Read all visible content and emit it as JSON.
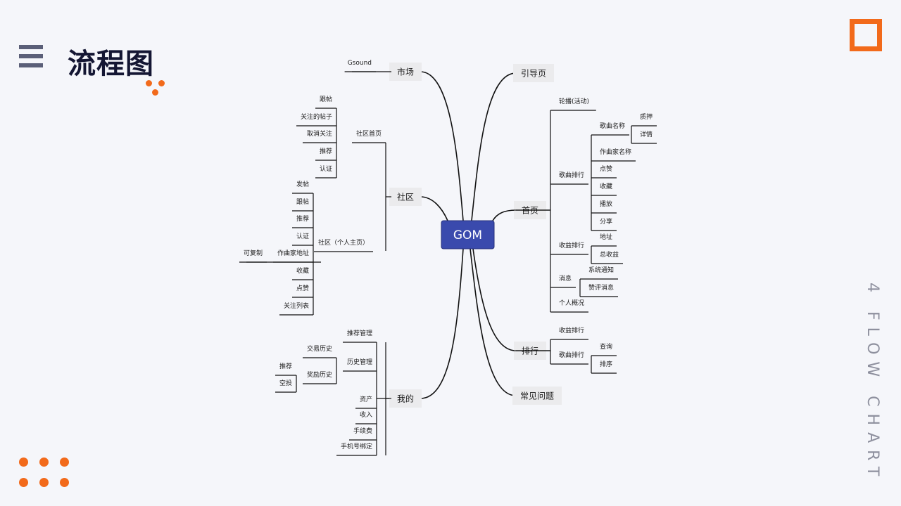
{
  "page": {
    "title": "流程图",
    "side_text": "4 FLOW CHART",
    "accent_color": "#f26a1b",
    "center_color": "#3a4aad"
  },
  "mindmap": {
    "root": "GOM",
    "nodes": [
      {
        "id": "market",
        "label": "市场",
        "parent": "root",
        "level": 1
      },
      {
        "id": "gsound",
        "label": "Gsound",
        "parent": "market",
        "level": 3
      },
      {
        "id": "community",
        "label": "社区",
        "parent": "root",
        "level": 1
      },
      {
        "id": "comm_home",
        "label": "社区首页",
        "parent": "community",
        "level": 2
      },
      {
        "id": "ch_follow_post",
        "label": "跟帖",
        "parent": "comm_home",
        "level": 3
      },
      {
        "id": "ch_posts_followed",
        "label": "关注的帖子",
        "parent": "comm_home",
        "level": 3
      },
      {
        "id": "ch_unfollow",
        "label": "取消关注",
        "parent": "comm_home",
        "level": 3
      },
      {
        "id": "ch_recommend",
        "label": "推荐",
        "parent": "comm_home",
        "level": 3
      },
      {
        "id": "ch_verify",
        "label": "认证",
        "parent": "comm_home",
        "level": 3
      },
      {
        "id": "comm_personal",
        "label": "社区（个人主页）",
        "parent": "community",
        "level": 2
      },
      {
        "id": "cp_post",
        "label": "发帖",
        "parent": "comm_personal",
        "level": 3
      },
      {
        "id": "cp_follow_post",
        "label": "跟帖",
        "parent": "comm_personal",
        "level": 3
      },
      {
        "id": "cp_recommend",
        "label": "推荐",
        "parent": "comm_personal",
        "level": 3
      },
      {
        "id": "cp_verify",
        "label": "认证",
        "parent": "comm_personal",
        "level": 3
      },
      {
        "id": "cp_composer_addr",
        "label": "作曲家地址",
        "parent": "comm_personal",
        "level": 3
      },
      {
        "id": "cp_copyable",
        "label": "可复制",
        "parent": "cp_composer_addr",
        "level": 3
      },
      {
        "id": "cp_collect",
        "label": "收藏",
        "parent": "comm_personal",
        "level": 3
      },
      {
        "id": "cp_like",
        "label": "点赞",
        "parent": "comm_personal",
        "level": 3
      },
      {
        "id": "cp_follow_list",
        "label": "关注列表",
        "parent": "comm_personal",
        "level": 3
      },
      {
        "id": "mine",
        "label": "我的",
        "parent": "root",
        "level": 1
      },
      {
        "id": "rec_mgmt",
        "label": "推荐管理",
        "parent": "mine",
        "level": 2
      },
      {
        "id": "hist_mgmt",
        "label": "历史管理",
        "parent": "mine",
        "level": 2
      },
      {
        "id": "trade_hist",
        "label": "交易历史",
        "parent": "hist_mgmt",
        "level": 3
      },
      {
        "id": "reward_hist",
        "label": "奖励历史",
        "parent": "hist_mgmt",
        "level": 3
      },
      {
        "id": "rh_recommend",
        "label": "推荐",
        "parent": "reward_hist",
        "level": 3
      },
      {
        "id": "rh_airdrop",
        "label": "空投",
        "parent": "reward_hist",
        "level": 3
      },
      {
        "id": "assets",
        "label": "资产",
        "parent": "mine",
        "level": 3
      },
      {
        "id": "income",
        "label": "收入",
        "parent": "mine",
        "level": 3
      },
      {
        "id": "fees",
        "label": "手续费",
        "parent": "mine",
        "level": 3
      },
      {
        "id": "phone_bind",
        "label": "手机号绑定",
        "parent": "mine",
        "level": 3
      },
      {
        "id": "guide",
        "label": "引导页",
        "parent": "root",
        "level": 1
      },
      {
        "id": "home",
        "label": "首页",
        "parent": "root",
        "level": 1
      },
      {
        "id": "banner",
        "label": "轮播(活动)",
        "parent": "home",
        "level": 3
      },
      {
        "id": "song_rank",
        "label": "歌曲排行",
        "parent": "home",
        "level": 2
      },
      {
        "id": "song_name",
        "label": "歌曲名称",
        "parent": "song_rank",
        "level": 3
      },
      {
        "id": "pledge",
        "label": "质押",
        "parent": "song_name",
        "level": 3
      },
      {
        "id": "details",
        "label": "详情",
        "parent": "song_name",
        "level": 3
      },
      {
        "id": "composer_name",
        "label": "作曲家名称",
        "parent": "song_rank",
        "level": 3
      },
      {
        "id": "sr_like",
        "label": "点赞",
        "parent": "song_rank",
        "level": 3
      },
      {
        "id": "sr_collect",
        "label": "收藏",
        "parent": "song_rank",
        "level": 3
      },
      {
        "id": "sr_play",
        "label": "播放",
        "parent": "song_rank",
        "level": 3
      },
      {
        "id": "sr_share",
        "label": "分享",
        "parent": "song_rank",
        "level": 3
      },
      {
        "id": "income_rank",
        "label": "收益排行",
        "parent": "home",
        "level": 2
      },
      {
        "id": "ir_address",
        "label": "地址",
        "parent": "income_rank",
        "level": 3
      },
      {
        "id": "ir_total",
        "label": "总收益",
        "parent": "income_rank",
        "level": 3
      },
      {
        "id": "messages",
        "label": "消息",
        "parent": "home",
        "level": 2
      },
      {
        "id": "sys_notice",
        "label": "系统通知",
        "parent": "messages",
        "level": 3
      },
      {
        "id": "like_msg",
        "label": "赞评消息",
        "parent": "messages",
        "level": 3
      },
      {
        "id": "personal_overview",
        "label": "个人概况",
        "parent": "home",
        "level": 3
      },
      {
        "id": "ranking",
        "label": "排行",
        "parent": "root",
        "level": 1
      },
      {
        "id": "rk_income_rank",
        "label": "收益排行",
        "parent": "ranking",
        "level": 3
      },
      {
        "id": "rk_song_rank",
        "label": "歌曲排行",
        "parent": "ranking",
        "level": 2
      },
      {
        "id": "rk_query",
        "label": "查询",
        "parent": "rk_song_rank",
        "level": 3
      },
      {
        "id": "rk_sort",
        "label": "排序",
        "parent": "rk_song_rank",
        "level": 3
      },
      {
        "id": "faq",
        "label": "常见问题",
        "parent": "root",
        "level": 1
      }
    ]
  }
}
